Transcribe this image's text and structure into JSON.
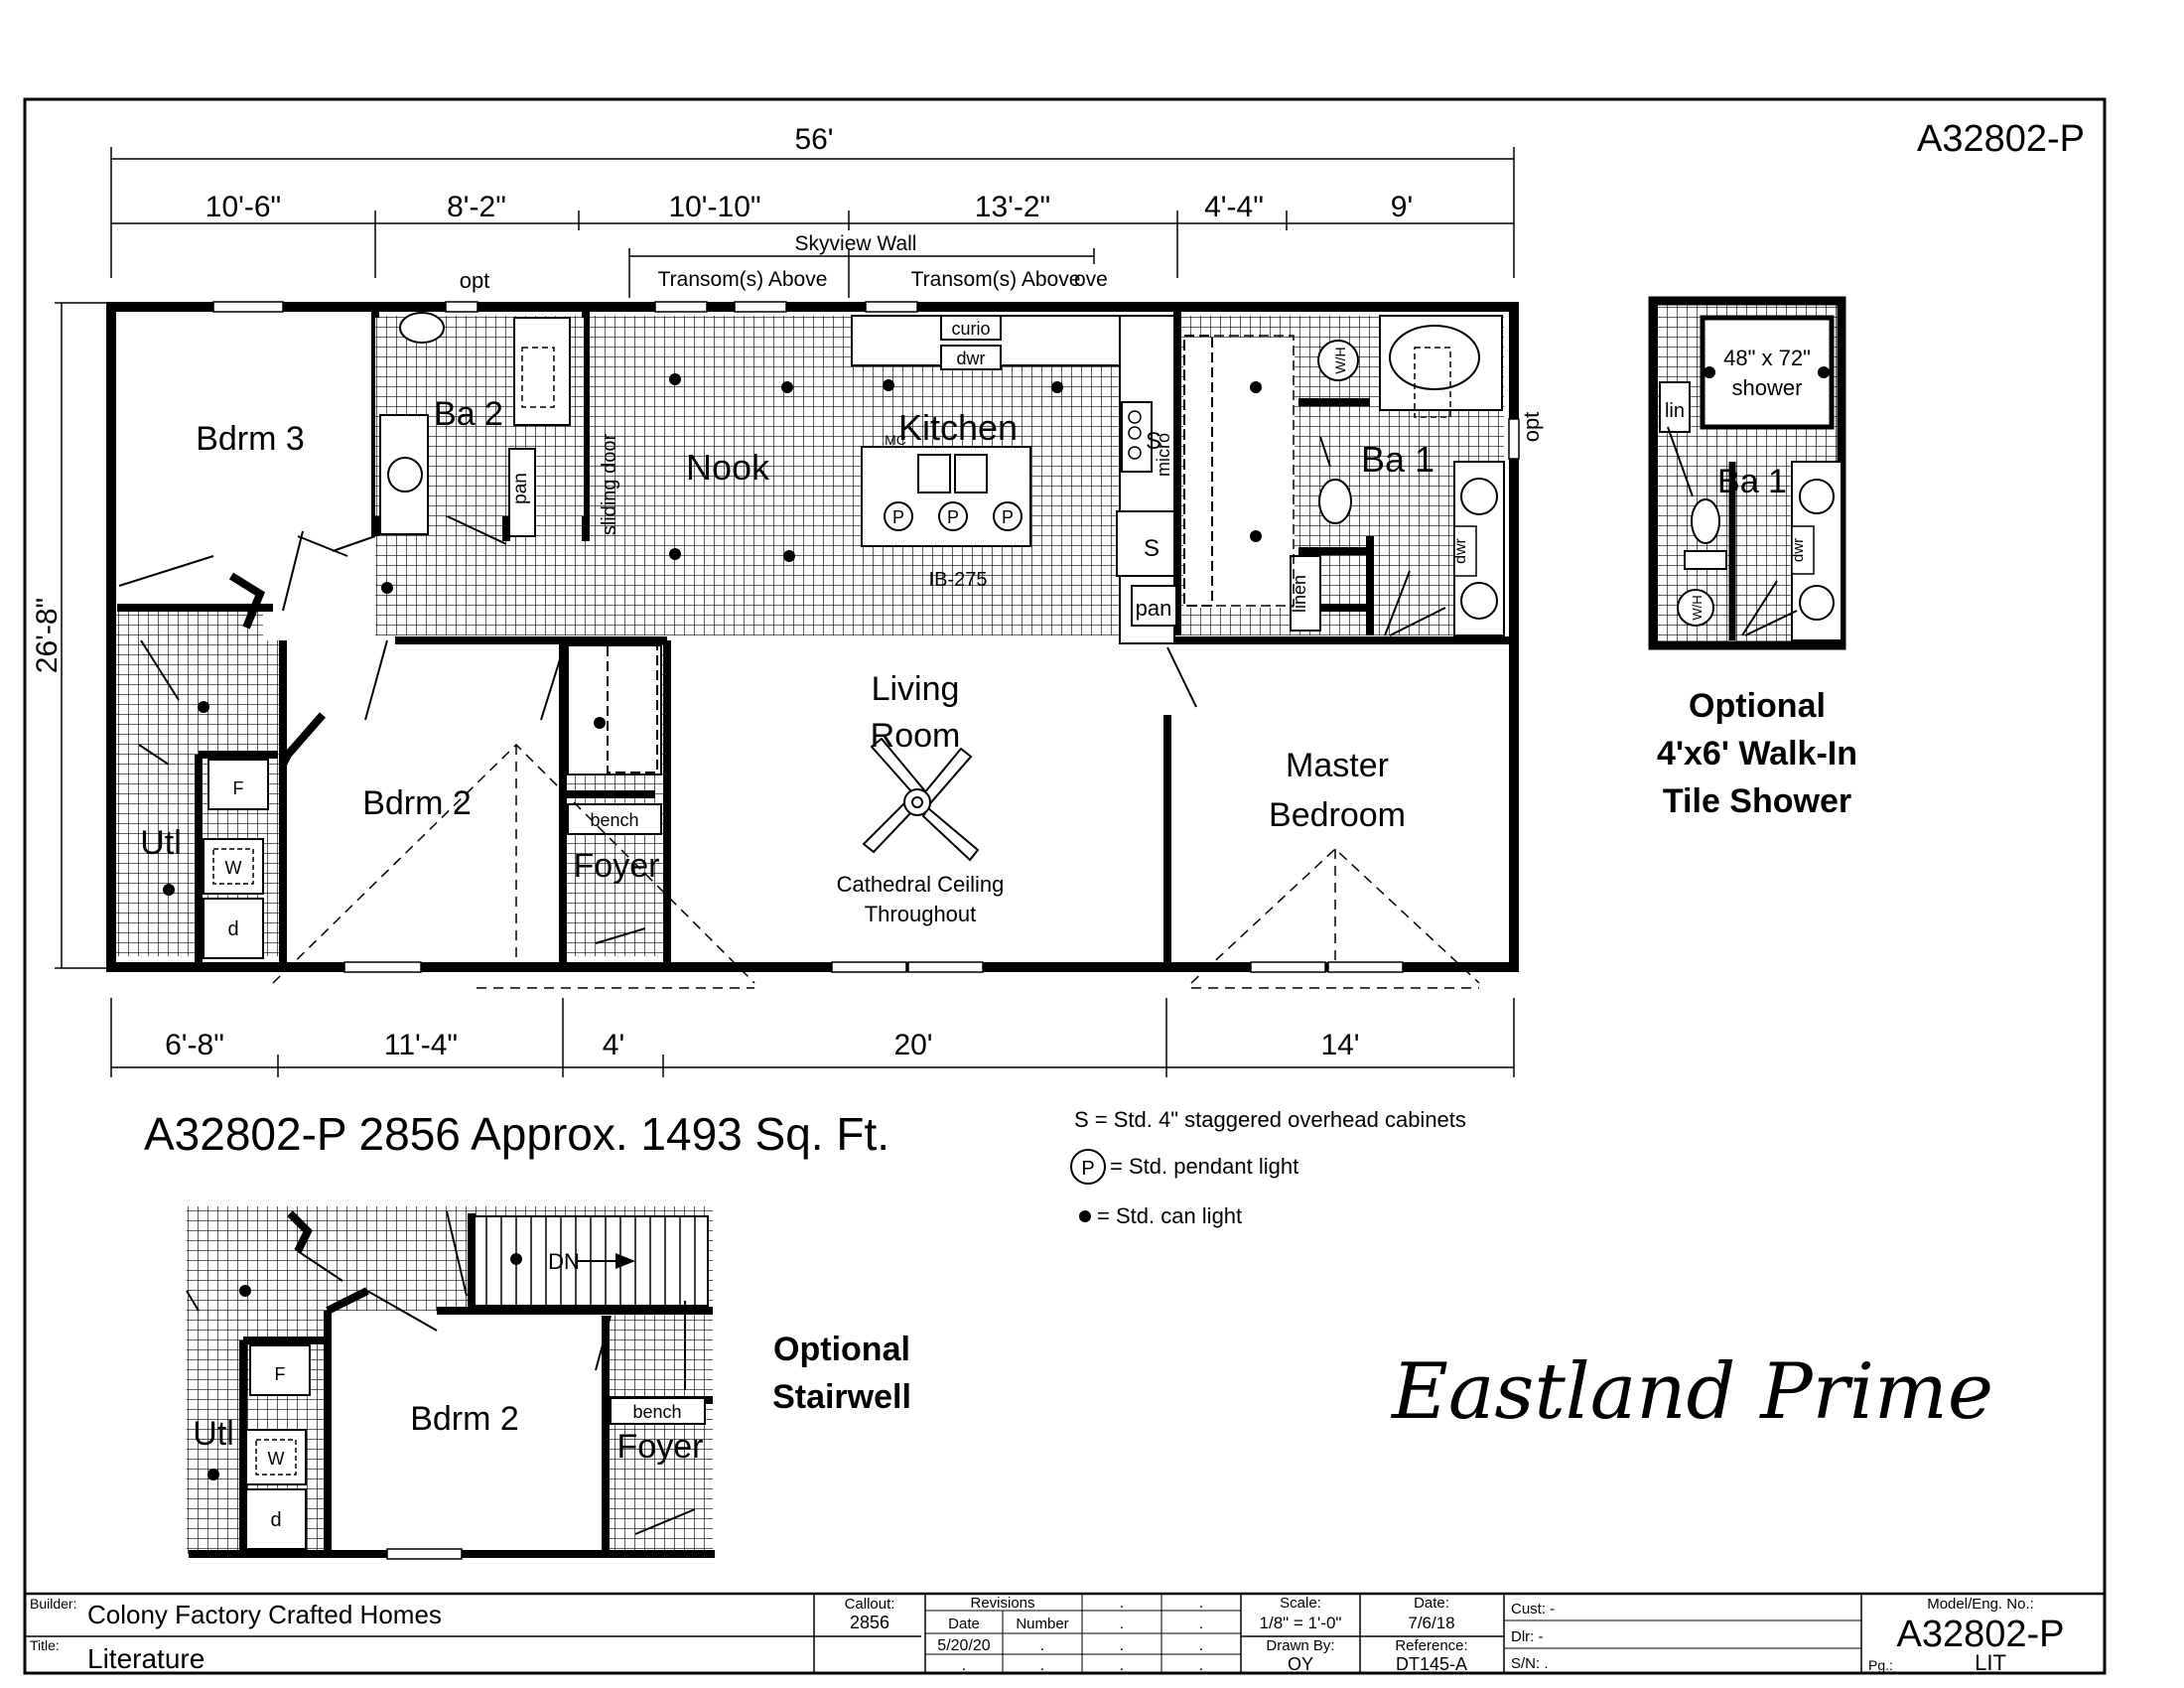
{
  "model_code": "A32802-P",
  "dimensions": {
    "overall_width": "56'",
    "depth": "26'-8\"",
    "top": [
      "10'-6\"",
      "8'-2\"",
      "10'-10\"",
      "13'-2\"",
      "4'-4\"",
      "9'"
    ],
    "bottom": [
      "6'-8\"",
      "11'-4\"",
      "4'",
      "20'",
      "14'"
    ]
  },
  "annotations": {
    "skyview_wall": "Skyview Wall",
    "transom_1": "Transom(s) Above",
    "transom_2": "Transom(s) Above",
    "transom_2_suffix": "ove",
    "opt_top": "opt",
    "opt_right": "opt",
    "cathedral_1": "Cathedral Ceiling",
    "cathedral_2": "Throughout",
    "island": "IB-275"
  },
  "rooms": {
    "bdrm3": "Bdrm 3",
    "ba2": "Ba 2",
    "nook": "Nook",
    "kitchen": "Kitchen",
    "ba1": "Ba 1",
    "bdrm2": "Bdrm 2",
    "utl": "Utl",
    "foyer": "Foyer",
    "living_1": "Living",
    "living_2": "Room",
    "master_1": "Master",
    "master_2": "Bedroom"
  },
  "fixtures": {
    "pan": "pan",
    "sliding_door": "sliding door",
    "curio": "curio",
    "dwr": "dwr",
    "micro": "micro",
    "mc": "MC",
    "s": "S",
    "p": "P",
    "wh": "W/H",
    "linen": "linen",
    "bench": "bench",
    "f": "F",
    "w": "W",
    "d": "d",
    "lin": "lin",
    "dn": "DN"
  },
  "summary": "A32802-P 2856  Approx. 1493 Sq. Ft.",
  "legend": {
    "s": "S = Std. 4\" staggered overhead cabinets",
    "p_symbol": "P",
    "p": "= Std. pendant light",
    "dot": "= Std. can light"
  },
  "optional_shower": {
    "size": "48\" x 72\"",
    "label": "shower",
    "room": "Ba 1",
    "title_1": "Optional",
    "title_2": "4'x6' Walk-In",
    "title_3": "Tile Shower"
  },
  "optional_stairwell": {
    "title_1": "Optional",
    "title_2": "Stairwell",
    "bdrm": "Bdrm 2",
    "utl": "Utl",
    "foyer": "Foyer",
    "bench": "bench"
  },
  "brand": "Eastland Prime",
  "title_block": {
    "builder_label": "Builder:",
    "builder": "Colony Factory Crafted Homes",
    "title_label": "Title:",
    "title": "Literature",
    "callout_label": "Callout:",
    "callout": "2856",
    "revisions_label": "Revisions",
    "date_col": "Date",
    "number_col": "Number",
    "rev_date": "5/20/20",
    "dot": ".",
    "scale_label": "Scale:",
    "scale": "1/8\" = 1'-0\"",
    "drawn_label": "Drawn By:",
    "drawn": "OY",
    "date_label": "Date:",
    "date": "7/6/18",
    "ref_label": "Reference:",
    "ref": "DT145-A",
    "cust": "Cust:  -",
    "dlr": "Dlr:    -",
    "sn": "S/N:  .",
    "model_label": "Model/Eng. No.:",
    "model": "A32802-P",
    "pg_label": "Pg.:",
    "pg": "LIT"
  }
}
